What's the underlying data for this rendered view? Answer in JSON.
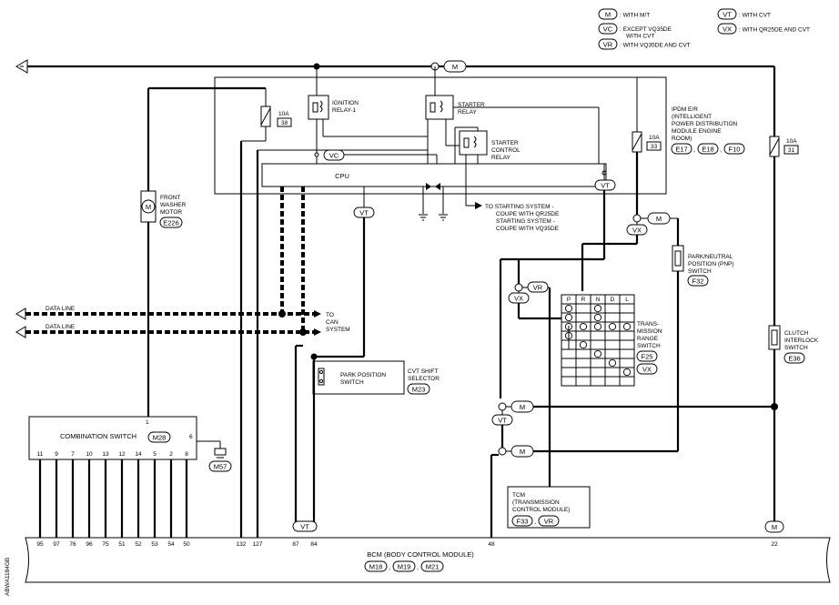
{
  "legend": [
    {
      "code": "M",
      "text": ": WITH M/T"
    },
    {
      "code": "VC",
      "text": ": EXCEPT VQ35DE",
      "text2": "WITH CVT"
    },
    {
      "code": "VR",
      "text": ": WITH VQ35DE AND CVT"
    },
    {
      "code": "VT",
      "text": ": WITH CVT"
    },
    {
      "code": "VX",
      "text": ": WITH QR25DE AND CVT"
    }
  ],
  "ipdm": {
    "lines": [
      "IPDM E/R",
      "(INTELLIGENT",
      "POWER DISTRIBUTION",
      "MODULE ENGINE",
      "ROOM)"
    ],
    "connectors": [
      "E17",
      "E18",
      "F10"
    ],
    "cpu": "CPU",
    "ignition_relay": [
      "IGNITION",
      "RELAY-1"
    ],
    "starter_relay": [
      "STARTER",
      "RELAY"
    ],
    "starter_control_relay": [
      "STARTER",
      "CONTROL",
      "RELAY"
    ],
    "fuse_38": [
      "10A",
      "38"
    ],
    "fuse_33": [
      "10A",
      "33"
    ]
  },
  "fuse_31": [
    "10A",
    "31"
  ],
  "starting_system": [
    "TO STARTING SYSTEM -",
    "COUPE WITH QR25DE",
    "STARTING SYSTEM -",
    "COUPE WITH VQ35DE"
  ],
  "washer_motor": {
    "lines": [
      "FRONT",
      "WASHER",
      "MOTOR"
    ],
    "symbol": "M",
    "connector": "E226"
  },
  "data_lines": [
    "DATA LINE",
    "DATA LINE"
  ],
  "can_system": [
    "TO",
    "CAN",
    "SYSTEM"
  ],
  "cvt_selector": {
    "lines": [
      "CVT SHIFT",
      "SELECTOR"
    ],
    "switch": [
      "PARK POSITION",
      "SWITCH"
    ],
    "connector": "M23"
  },
  "pnp_switch": {
    "lines": [
      "PARK/NEUTRAL",
      "POSITION (PNP)",
      "SWITCH"
    ],
    "connector": "F32"
  },
  "range_switch": {
    "lines": [
      "TRANS-",
      "MISSION",
      "RANGE",
      "SWITCH"
    ],
    "connectors": [
      "F25",
      "VX"
    ],
    "headers": [
      "P",
      "R",
      "N",
      "D",
      "L"
    ]
  },
  "clutch_switch": {
    "lines": [
      "CLUTCH",
      "INTERLOCK",
      "SWITCH"
    ],
    "connector": "E36"
  },
  "combination_switch": {
    "label": "COMBINATION SWITCH",
    "connector": "M28",
    "top_pin": "1",
    "side_pin": "6",
    "pins": [
      "11",
      "9",
      "7",
      "10",
      "13",
      "12",
      "14",
      "5",
      "2",
      "8"
    ]
  },
  "ground_connector": "M57",
  "tcm": {
    "lines": [
      "TCM",
      "(TRANSMISSION",
      "CONTROL MODULE)"
    ],
    "connectors": [
      "F33",
      "VR"
    ]
  },
  "bcm": {
    "label": "BCM (BODY CONTROL MODULE)",
    "connectors": [
      "M18",
      "M19",
      "M21"
    ],
    "pins": [
      "95",
      "97",
      "76",
      "96",
      "75",
      "51",
      "52",
      "53",
      "54",
      "50",
      "132",
      "127",
      "87",
      "84",
      "48",
      "22"
    ]
  },
  "badges": {
    "M": "M",
    "VC": "VC",
    "VT": "VT",
    "VX": "VX",
    "VR": "VR"
  },
  "side_code": "ABWA1184GB"
}
